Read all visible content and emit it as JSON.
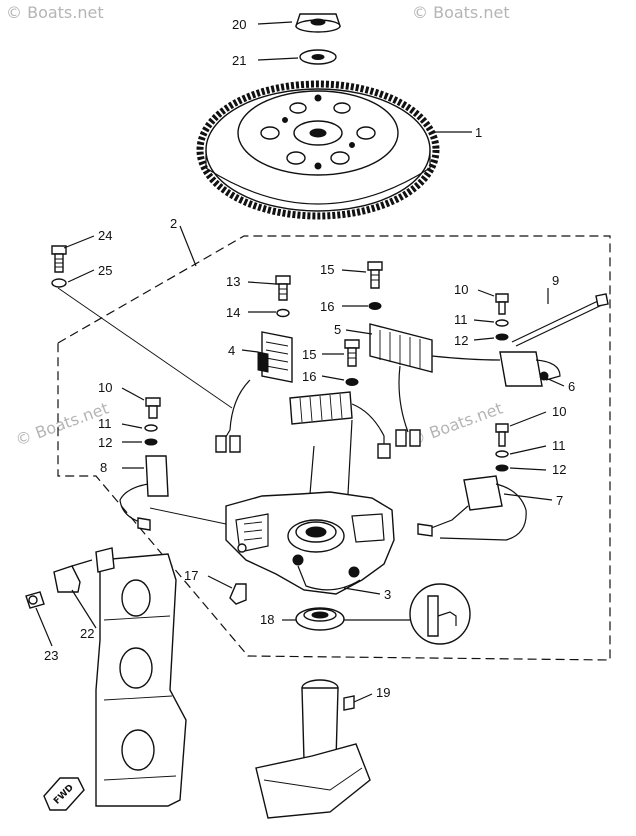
{
  "watermarks": [
    "© Boats.net",
    "© Boats.net",
    "© Boats.net",
    "© Boats.net"
  ],
  "fwd_label": "FWD",
  "callouts": [
    {
      "id": "20",
      "label": "20"
    },
    {
      "id": "21",
      "label": "21"
    },
    {
      "id": "1",
      "label": "1"
    },
    {
      "id": "2",
      "label": "2"
    },
    {
      "id": "24",
      "label": "24"
    },
    {
      "id": "25",
      "label": "25"
    },
    {
      "id": "13",
      "label": "13"
    },
    {
      "id": "14",
      "label": "14"
    },
    {
      "id": "15a",
      "label": "15"
    },
    {
      "id": "16a",
      "label": "16"
    },
    {
      "id": "5",
      "label": "5"
    },
    {
      "id": "4",
      "label": "4"
    },
    {
      "id": "15b",
      "label": "15"
    },
    {
      "id": "16b",
      "label": "16"
    },
    {
      "id": "10a",
      "label": "10"
    },
    {
      "id": "11a",
      "label": "11"
    },
    {
      "id": "12a",
      "label": "12"
    },
    {
      "id": "9",
      "label": "9"
    },
    {
      "id": "6",
      "label": "6"
    },
    {
      "id": "10b",
      "label": "10"
    },
    {
      "id": "11b",
      "label": "11"
    },
    {
      "id": "12b",
      "label": "12"
    },
    {
      "id": "7",
      "label": "7"
    },
    {
      "id": "10c",
      "label": "10"
    },
    {
      "id": "11c",
      "label": "11"
    },
    {
      "id": "12c",
      "label": "12"
    },
    {
      "id": "8",
      "label": "8"
    },
    {
      "id": "17",
      "label": "17"
    },
    {
      "id": "3",
      "label": "3"
    },
    {
      "id": "18",
      "label": "18"
    },
    {
      "id": "22",
      "label": "22"
    },
    {
      "id": "23",
      "label": "23"
    },
    {
      "id": "19",
      "label": "19"
    }
  ]
}
